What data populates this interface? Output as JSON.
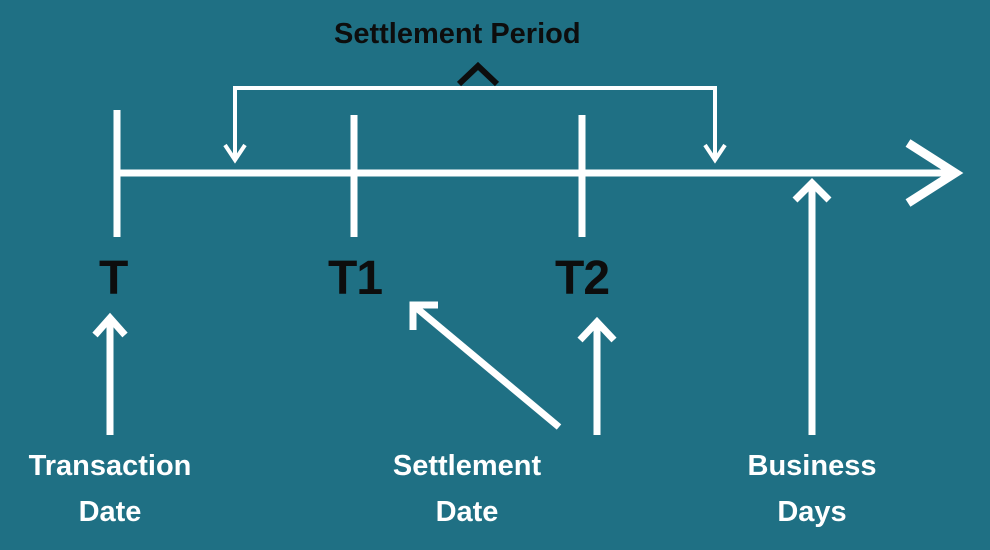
{
  "title": "Settlement Period",
  "ticks": {
    "t": "T",
    "t1": "T1",
    "t2": "T2"
  },
  "captions": {
    "transaction": {
      "line1": "Transaction",
      "line2": "Date"
    },
    "settlement": {
      "line1": "Settlement",
      "line2": "Date"
    },
    "business": {
      "line1": "Business",
      "line2": "Days"
    }
  },
  "colors": {
    "background": "#1f7084",
    "lines": "#ffffff",
    "dark_text": "#0d0d0d"
  }
}
